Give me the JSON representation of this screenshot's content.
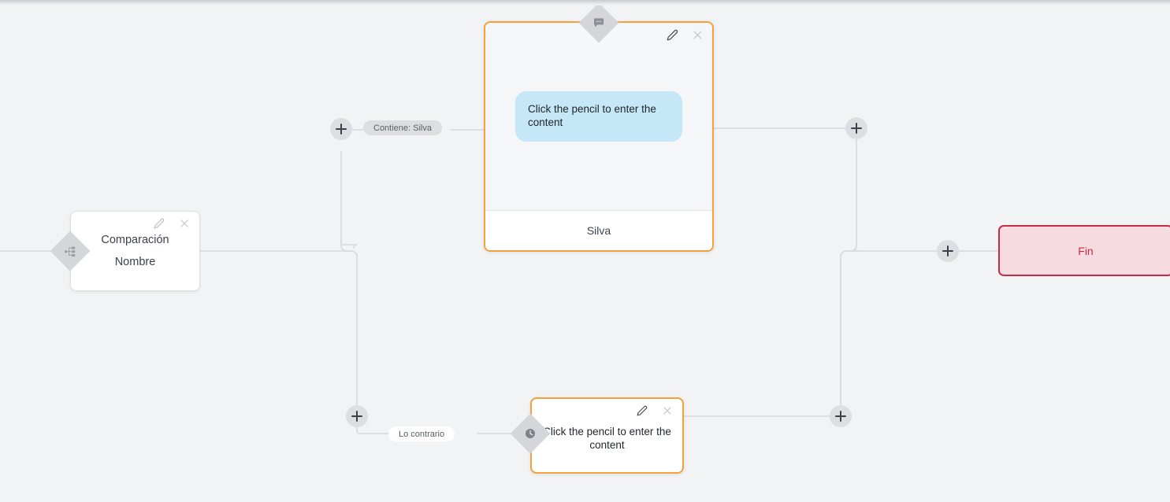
{
  "canvas": {
    "background": "#f2f3f5",
    "accent_selected": "#f5a03c",
    "accent_end": "#c62b47",
    "bubble_color": "#c5e7f7",
    "connector_color": "#d6d8dc"
  },
  "nodes": {
    "comparacion": {
      "title": "Comparación",
      "subtitle": "Nombre",
      "badge_icon": "branch-icon",
      "edit_icon": "pencil-icon",
      "close_icon": "close-icon"
    },
    "message": {
      "bubble_text": "Click the pencil to enter the content",
      "footer_label": "Silva",
      "badge_icon": "message-bubble-icon",
      "edit_icon": "pencil-icon",
      "close_icon": "close-icon"
    },
    "wait": {
      "text": "Click the pencil to enter the content",
      "badge_icon": "clock-icon",
      "edit_icon": "pencil-icon",
      "close_icon": "close-icon"
    },
    "fin": {
      "label": "Fin"
    }
  },
  "edge_labels": {
    "contiene": "Contiene: Silva",
    "contrario": "Lo contrario"
  },
  "add_buttons": [
    {
      "id": "add-true-branch",
      "title": "+"
    },
    {
      "id": "add-false-branch",
      "title": "+"
    },
    {
      "id": "add-after-message",
      "title": "+"
    },
    {
      "id": "add-after-wait",
      "title": "+"
    },
    {
      "id": "add-before-fin",
      "title": "+"
    }
  ]
}
